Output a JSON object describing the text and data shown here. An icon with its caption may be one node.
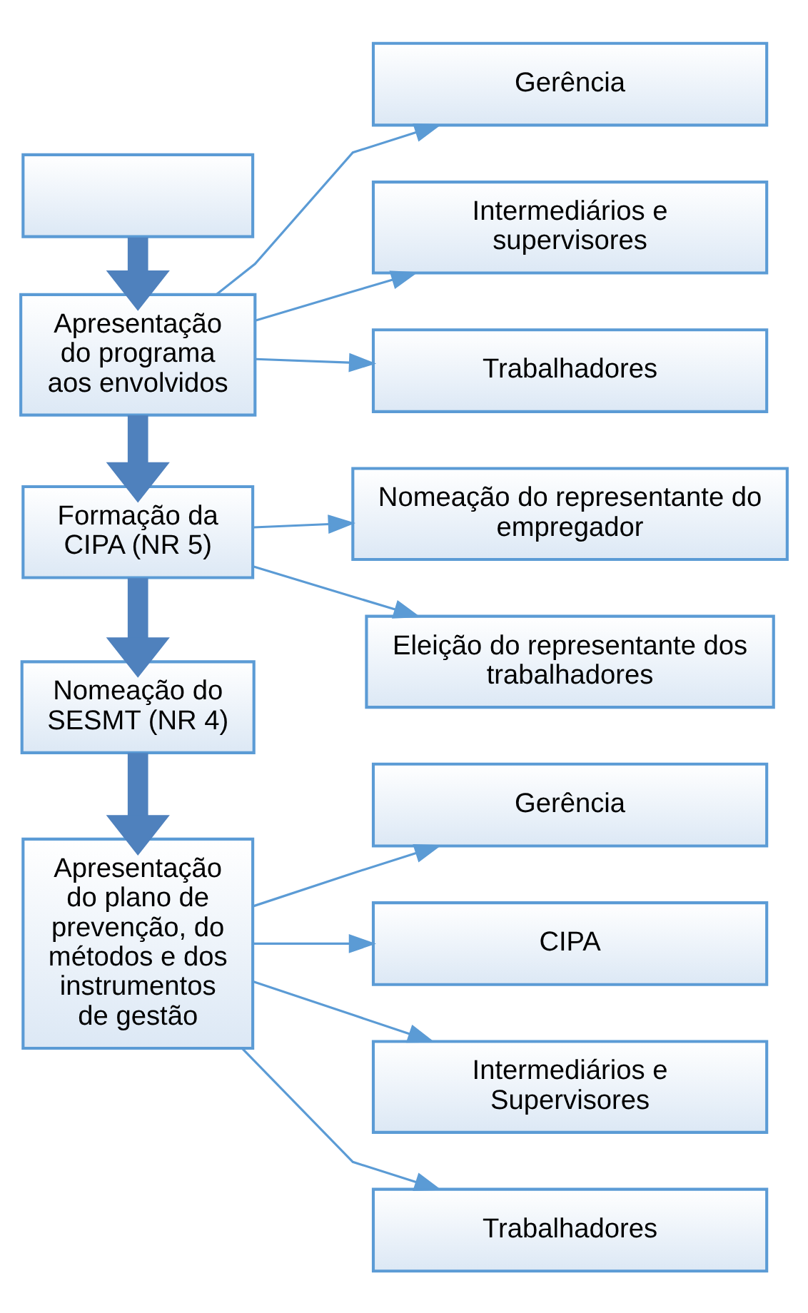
{
  "diagram": {
    "nodes": [
      {
        "text": [],
        "shape": "box"
      },
      {
        "text": [
          "Apresentação do programa aos envolvidos"
        ]
      },
      {
        "text": [
          "Gerência"
        ]
      },
      {
        "text": [
          "Intermediários e supervisores"
        ]
      },
      {
        "text": [
          "Trabalhadores"
        ]
      },
      {
        "text": [
          "Formação da CIPA (NR 5)"
        ]
      },
      {
        "text": [
          "Nomeação do representante do empregador"
        ]
      },
      {
        "text": [
          "Eleição do representante dos trabalhadores"
        ]
      },
      {
        "text": [
          "Nomeação do SESMT (NR 4)"
        ]
      },
      {
        "text": [
          "Apresentação do plano de prevenção, do métodos e dos instrumentos de gestão"
        ]
      },
      {
        "text": [
          "Gerência"
        ]
      },
      {
        "text": [
          "CIPA"
        ]
      },
      {
        "text": [
          "Intermediários e Supervisores"
        ]
      },
      {
        "text": [
          "Trabalhadores"
        ]
      }
    ],
    "edges": [
      {
        "from": 0,
        "to": 1,
        "arrow": "to",
        "style": "thick",
        "color": "#4f81bd"
      },
      {
        "from": 1,
        "to": 2,
        "arrow": "to"
      },
      {
        "from": 1,
        "to": 3,
        "arrow": "to"
      },
      {
        "from": 1,
        "to": 4,
        "arrow": "to"
      },
      {
        "from": 1,
        "to": 5,
        "arrow": "to",
        "style": "thick",
        "color": "#4f81bd"
      },
      {
        "from": 5,
        "to": 6,
        "arrow": "to"
      },
      {
        "from": 5,
        "to": 7,
        "arrow": "to"
      },
      {
        "from": 5,
        "to": 8,
        "arrow": "to",
        "style": "thick",
        "color": "#4f81bd"
      },
      {
        "from": 8,
        "to": 9,
        "arrow": "to",
        "style": "thick",
        "color": "#4f81bd"
      },
      {
        "from": 9,
        "to": 10,
        "arrow": "to"
      },
      {
        "from": 9,
        "to": 11,
        "arrow": "to"
      },
      {
        "from": 9,
        "to": 12,
        "arrow": "to"
      },
      {
        "from": 9,
        "to": 13,
        "arrow": "to"
      }
    ]
  }
}
